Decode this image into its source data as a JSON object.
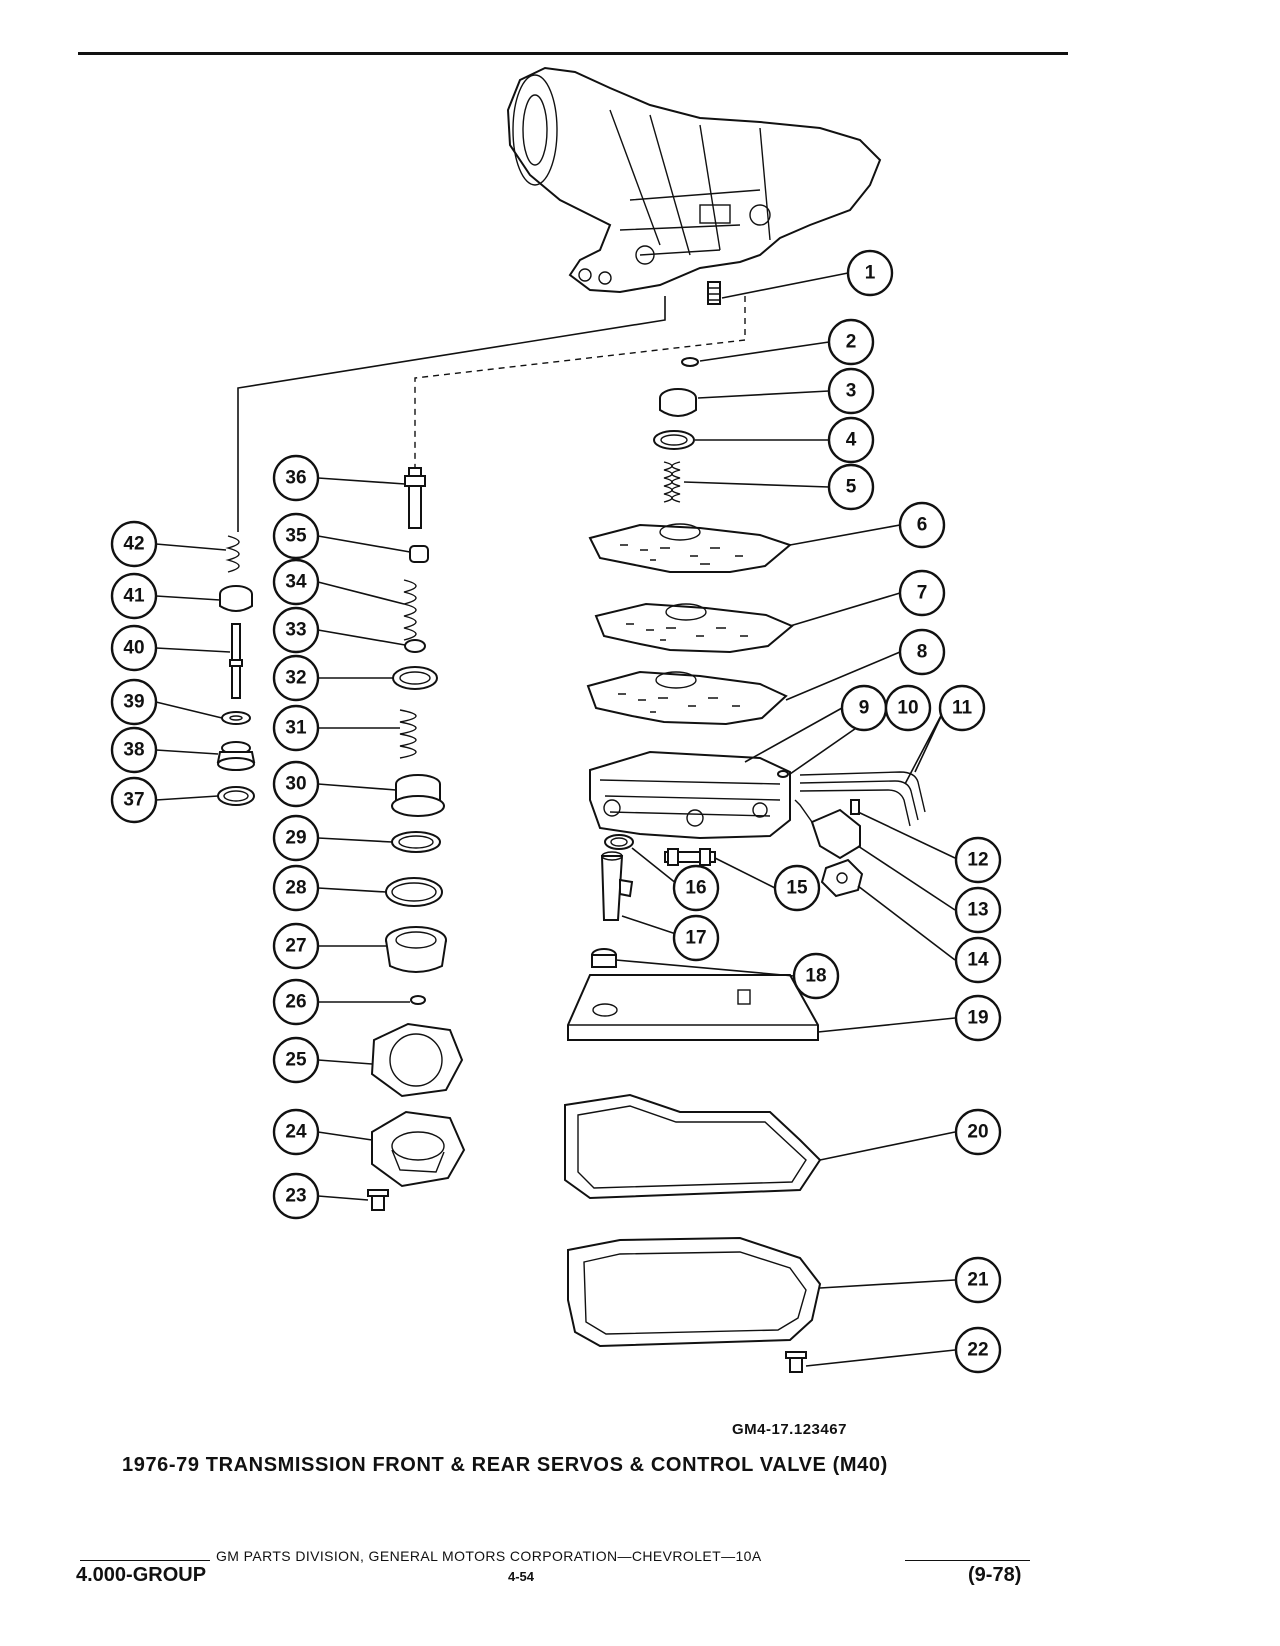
{
  "figure": {
    "id": "GM4-17.123467",
    "caption": "1976-79 TRANSMISSION FRONT & REAR SERVOS & CONTROL VALVE (M40)"
  },
  "footer": {
    "credit": "GM PARTS DIVISION, GENERAL MOTORS CORPORATION—CHEVROLET—10A",
    "group": "4.000-GROUP",
    "page": "4-54",
    "revision": "(9-78)"
  },
  "callouts": [
    "1",
    "2",
    "3",
    "4",
    "5",
    "6",
    "7",
    "8",
    "9",
    "10",
    "11",
    "12",
    "13",
    "14",
    "15",
    "16",
    "17",
    "18",
    "19",
    "20",
    "21",
    "22",
    "23",
    "24",
    "25",
    "26",
    "27",
    "28",
    "29",
    "30",
    "31",
    "32",
    "33",
    "34",
    "35",
    "36",
    "37",
    "38",
    "39",
    "40",
    "41",
    "42"
  ]
}
